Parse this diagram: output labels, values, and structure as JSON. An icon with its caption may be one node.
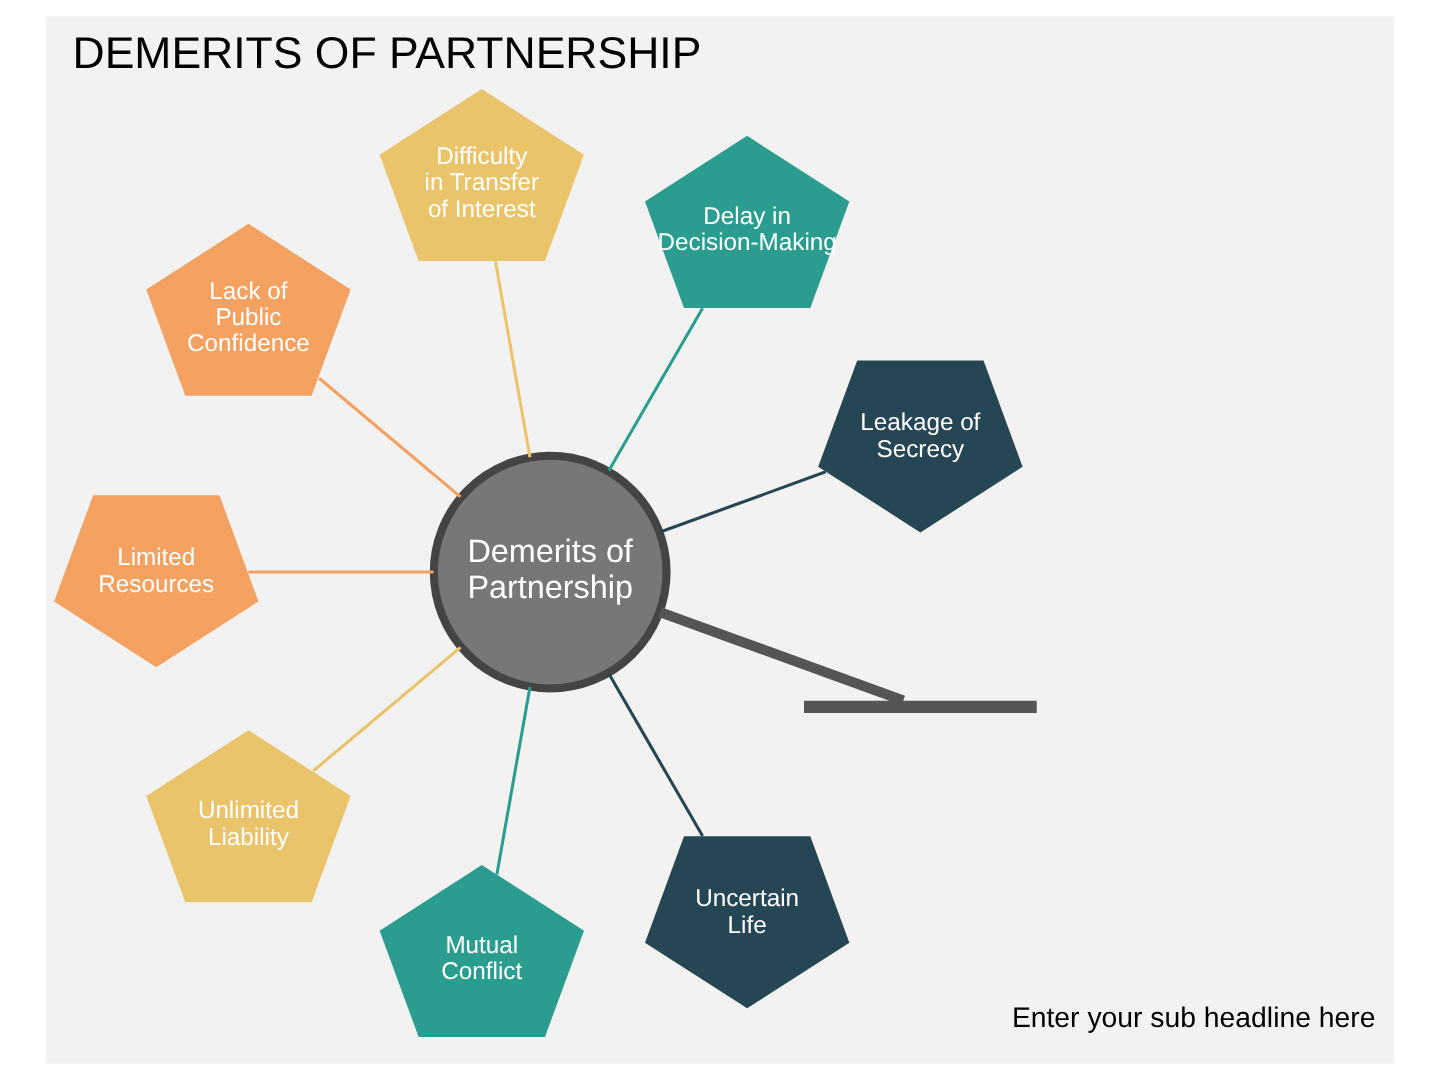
{
  "diagram": {
    "title": "DEMERITS OF PARTNERSHIP",
    "nodes": [
      {
        "text": [
          "Demerits of Partnership"
        ]
      },
      {
        "text": [
          "Leakage of Secrecy"
        ]
      },
      {
        "text": [
          "Delay in Decision-Making"
        ]
      },
      {
        "text": [
          "Difficulty in Transfer of Interest"
        ]
      },
      {
        "text": [
          "Lack of Public Confidence"
        ]
      },
      {
        "text": [
          "Limited Resources"
        ]
      },
      {
        "text": [
          "Unlimited Liability"
        ]
      },
      {
        "text": [
          "Mutual Conflict"
        ]
      },
      {
        "text": [
          "Uncertain Life"
        ]
      },
      {
        "text": [],
        "shape": "bar"
      }
    ],
    "edges": [
      {
        "from": 0,
        "to": 1,
        "arrow": "none",
        "color": "#264653"
      },
      {
        "from": 0,
        "to": 2,
        "arrow": "none",
        "color": "#2a9d8f"
      },
      {
        "from": 0,
        "to": 3,
        "arrow": "none",
        "color": "#e9c46a"
      },
      {
        "from": 0,
        "to": 4,
        "arrow": "none",
        "color": "#f4a261"
      },
      {
        "from": 0,
        "to": 5,
        "arrow": "none",
        "color": "#f4a261"
      },
      {
        "from": 0,
        "to": 6,
        "arrow": "none",
        "color": "#e9c46a"
      },
      {
        "from": 0,
        "to": 7,
        "arrow": "none",
        "color": "#2a9d8f"
      },
      {
        "from": 0,
        "to": 8,
        "arrow": "none",
        "color": "#264653"
      },
      {
        "from": 0,
        "to": 9,
        "arrow": "none",
        "style": "thick",
        "color": "#555555"
      }
    ],
    "labels": [
      "Enter your sub headline here"
    ]
  }
}
